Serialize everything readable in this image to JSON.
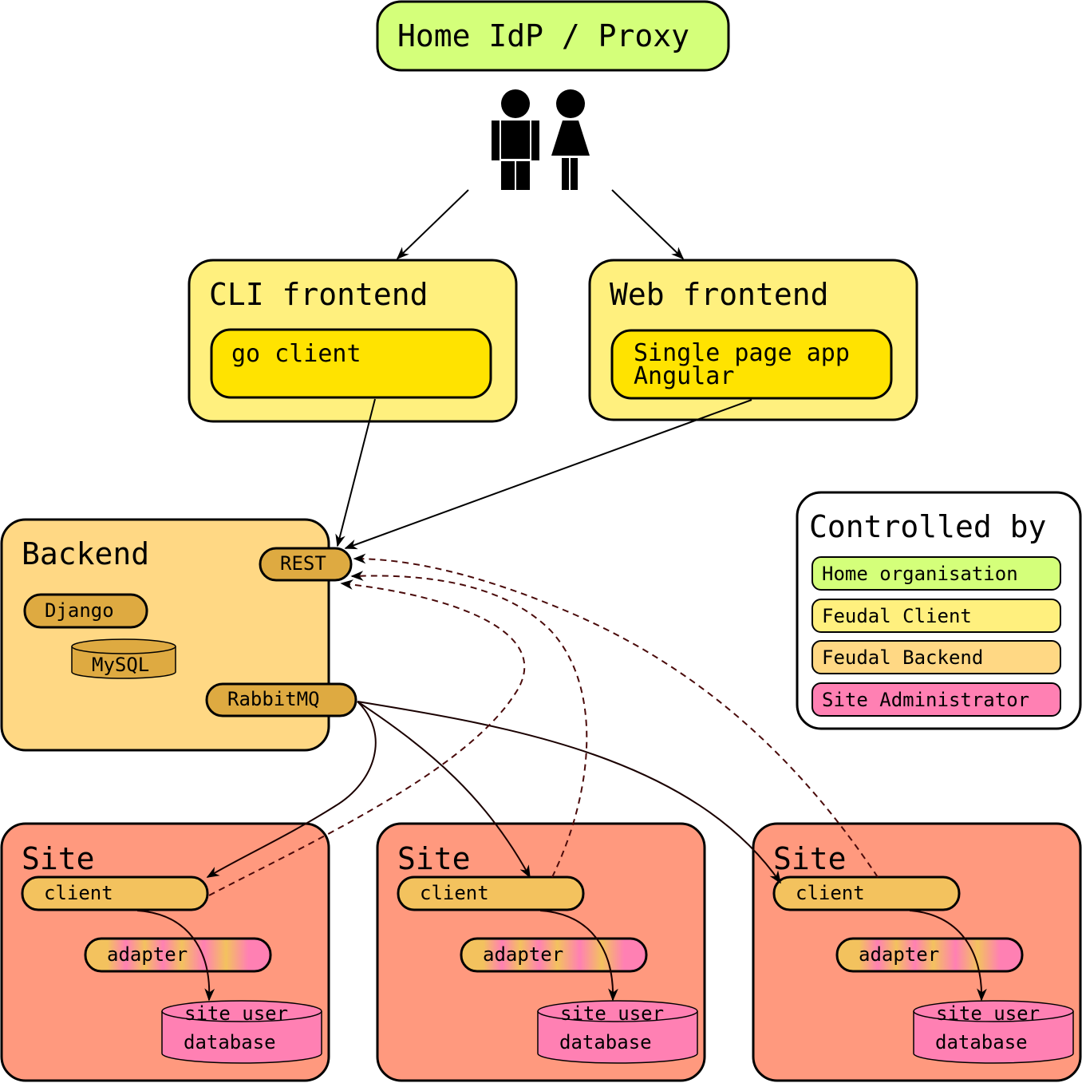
{
  "colors": {
    "home_org": "#d4ff7a",
    "feudal_client_outer": "#fff07e",
    "feudal_client_inner": "#ffe300",
    "feudal_backend_outer": "#ffd884",
    "feudal_backend_component": "#deaa41",
    "site_box": "#ff997e",
    "site_client": "#f3c25e",
    "site_admin": "#ff80b3",
    "dashed_line": "#4a0a0a"
  },
  "home_idp": {
    "label": "Home IdP / Proxy"
  },
  "users": {
    "icons": [
      "man-icon",
      "woman-icon"
    ]
  },
  "cli_frontend": {
    "title": "CLI frontend",
    "component": "go client"
  },
  "web_frontend": {
    "title": "Web frontend",
    "component_line1": "Single page app",
    "component_line2": "Angular"
  },
  "backend": {
    "title": "Backend",
    "rest": "REST",
    "django": "Django",
    "mysql": "MySQL",
    "rabbitmq": "RabbitMQ"
  },
  "legend": {
    "title": "Controlled by",
    "items": [
      {
        "label": "Home organisation"
      },
      {
        "label": "Feudal Client"
      },
      {
        "label": "Feudal Backend"
      },
      {
        "label": "Site Administrator"
      }
    ]
  },
  "sites": [
    {
      "title": "Site",
      "client": "client",
      "adapter": "adapter",
      "db_line1": "site user",
      "db_line2": "database"
    },
    {
      "title": "Site",
      "client": "client",
      "adapter": "adapter",
      "db_line1": "site user",
      "db_line2": "database"
    },
    {
      "title": "Site",
      "client": "client",
      "adapter": "adapter",
      "db_line1": "site user",
      "db_line2": "database"
    }
  ]
}
